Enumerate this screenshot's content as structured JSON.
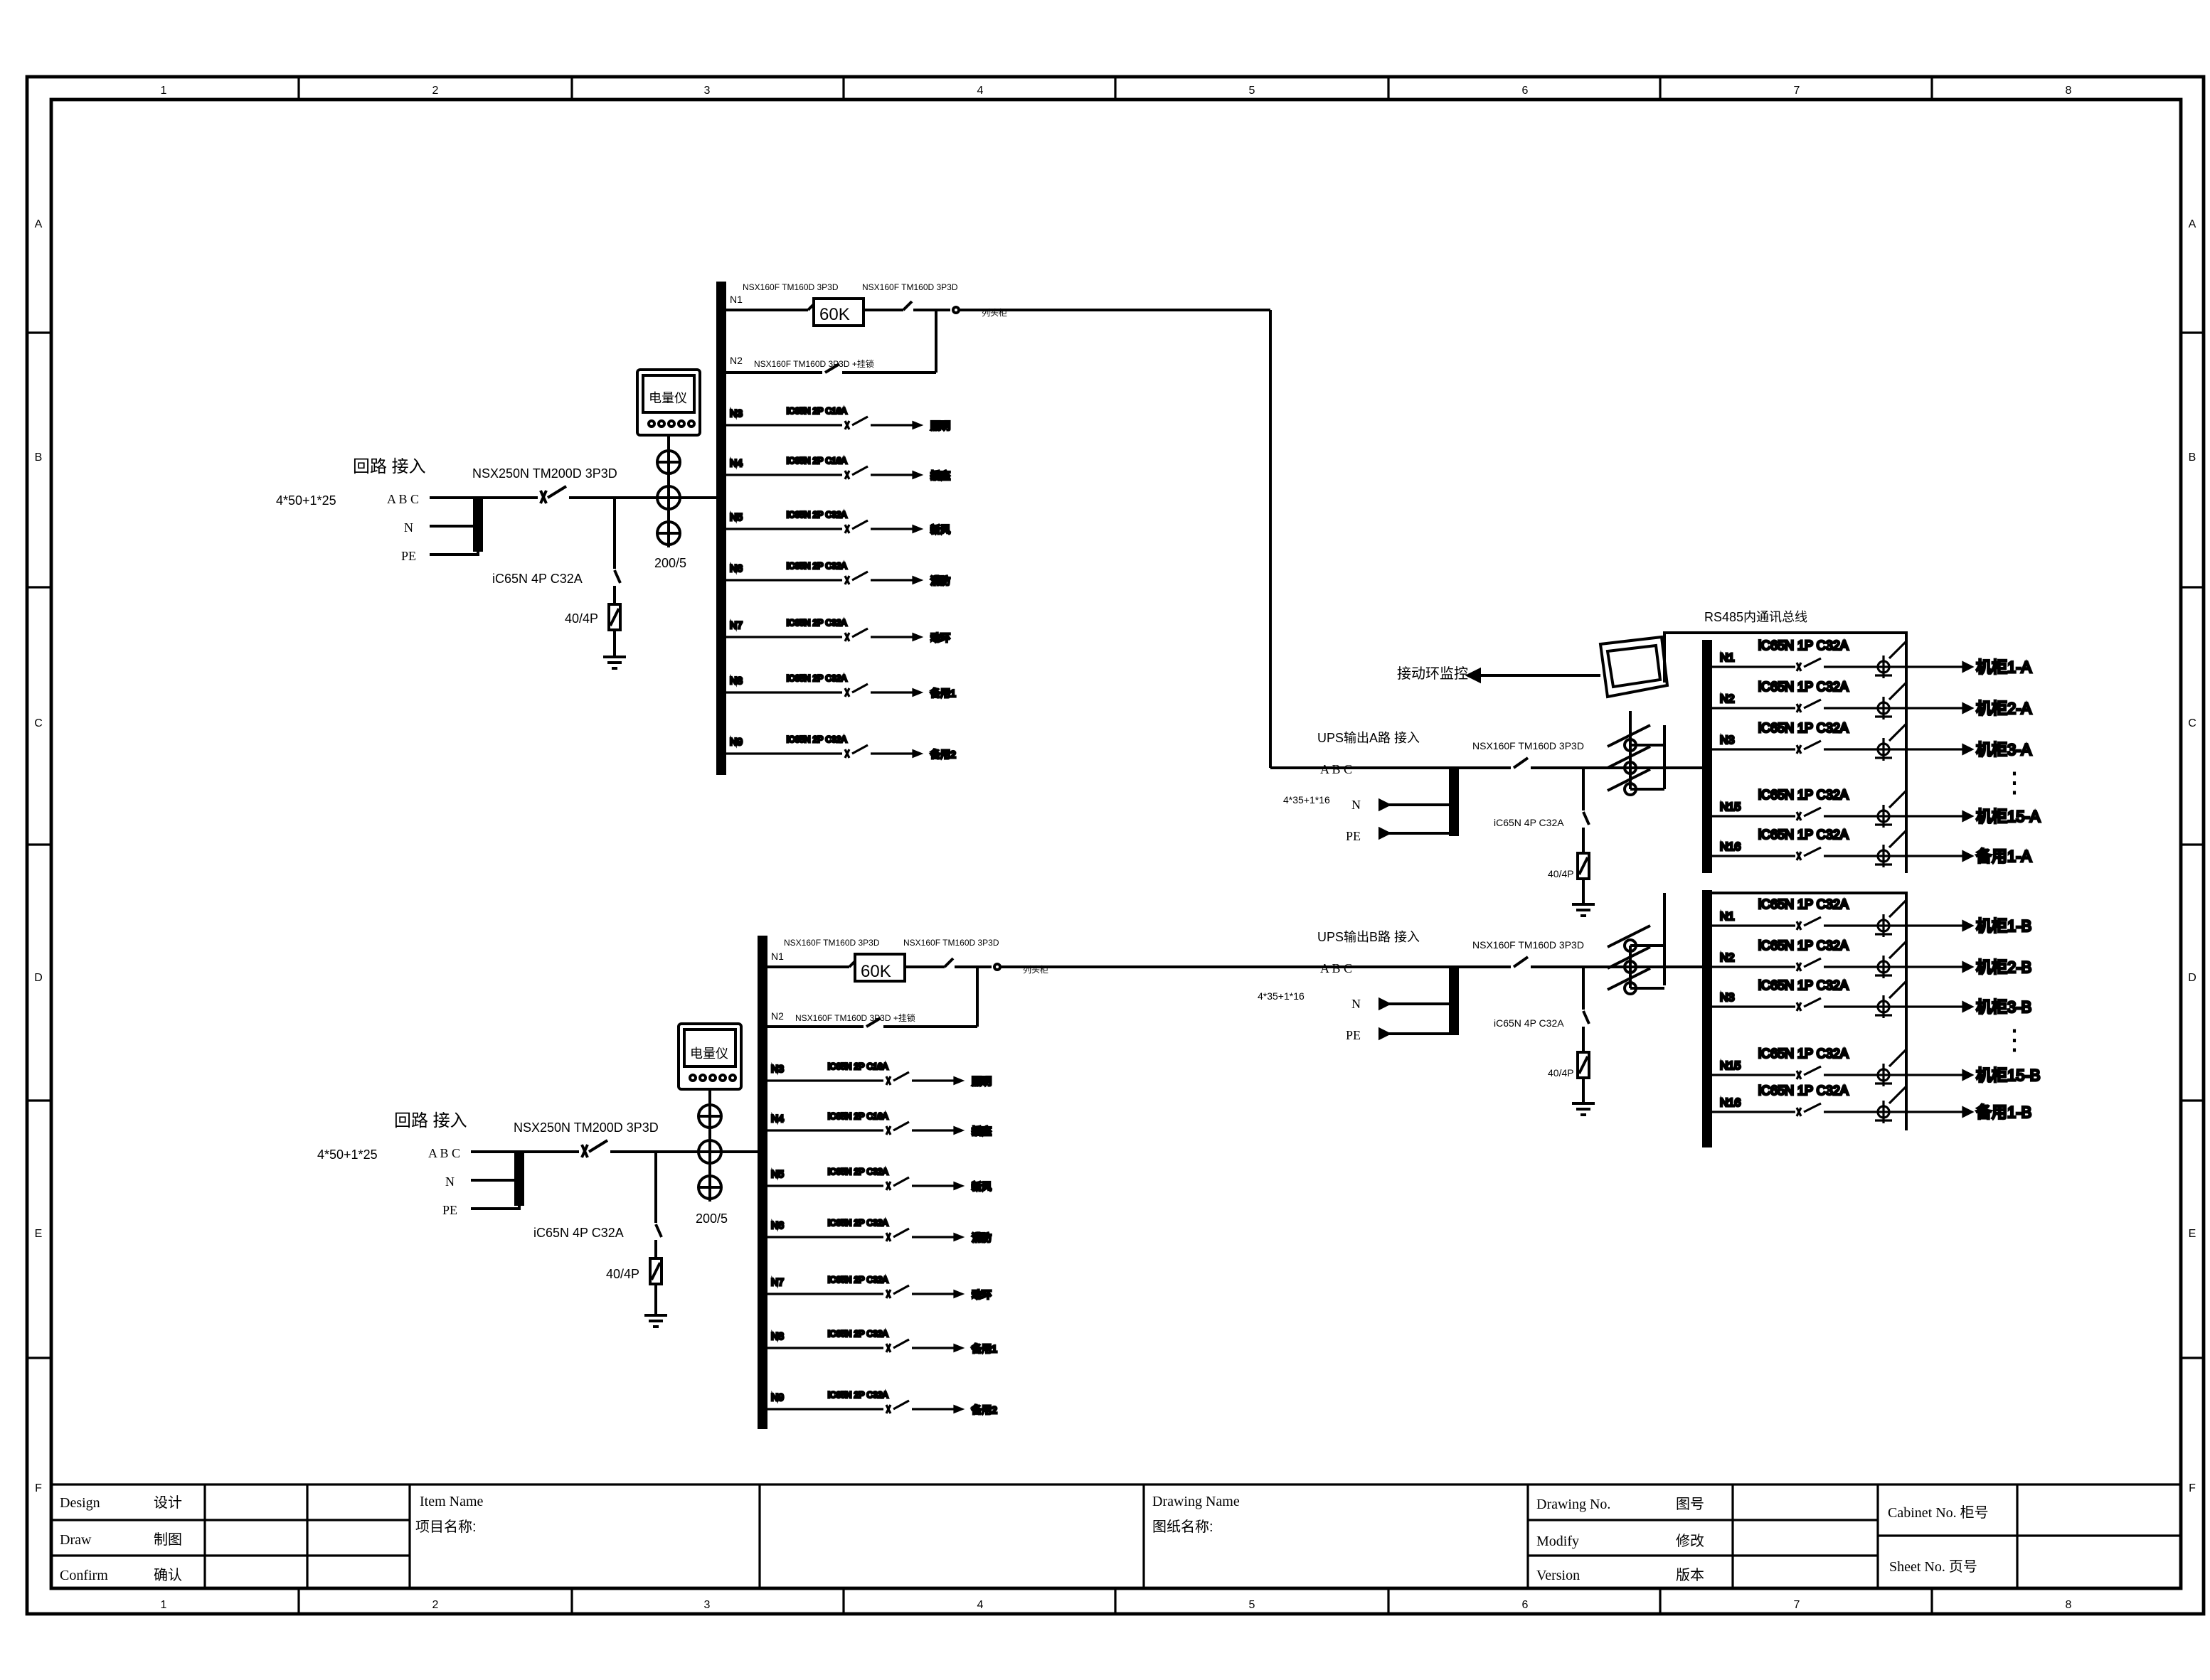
{
  "frame": {
    "columns": [
      "1",
      "2",
      "3",
      "4",
      "5",
      "6",
      "7",
      "8"
    ],
    "rows": [
      "A",
      "B",
      "C",
      "D",
      "E",
      "F"
    ]
  },
  "panel1": {
    "incoming_title": "回路 接入",
    "cable": "4*50+1*25",
    "phase_abc": "A B C",
    "phase_n": "N",
    "phase_pe": "PE",
    "main_breaker": "NSX250N TM200D 3P3D",
    "spd_breaker": "iC65N 4P C32A",
    "spd": "40/4P",
    "ct": "200/5",
    "meter": "电量仪",
    "n1_breaker_a": "NSX160F TM160D 3P3D",
    "n1_breaker_b": "NSX160F TM160D 3P3D",
    "n1_ups": "60K",
    "n1_target": "列头柜",
    "n2_breaker": "NSX160F TM160D 3P3D +挂锁",
    "circuits": [
      {
        "id": "N1"
      },
      {
        "id": "N2"
      },
      {
        "id": "N3",
        "breaker": "iC65N 2P C16A",
        "load": "照明"
      },
      {
        "id": "N4",
        "breaker": "iC65N 2P C16A",
        "load": "插座"
      },
      {
        "id": "N5",
        "breaker": "iC65N 2P C32A",
        "load": "新风"
      },
      {
        "id": "N6",
        "breaker": "iC65N 2P C32A",
        "load": "消防"
      },
      {
        "id": "N7",
        "breaker": "iC65N 2P C32A",
        "load": "动环"
      },
      {
        "id": "N8",
        "breaker": "iC65N 2P C32A",
        "load": "备用1"
      },
      {
        "id": "N9",
        "breaker": "iC65N 2P C32A",
        "load": "备用2"
      }
    ]
  },
  "panel2": {
    "incoming_title": "回路 接入",
    "cable": "4*50+1*25",
    "phase_abc": "A B C",
    "phase_n": "N",
    "phase_pe": "PE",
    "main_breaker": "NSX250N TM200D 3P3D",
    "spd_breaker": "iC65N 4P C32A",
    "spd": "40/4P",
    "ct": "200/5",
    "meter": "电量仪",
    "n1_breaker_a": "NSX160F TM160D 3P3D",
    "n1_breaker_b": "NSX160F TM160D 3P3D",
    "n1_ups": "60K",
    "n1_target": "列头柜",
    "n2_breaker": "NSX160F TM160D 3P3D +挂锁",
    "circuits": [
      {
        "id": "N1"
      },
      {
        "id": "N2"
      },
      {
        "id": "N3",
        "breaker": "iC65N 2P C16A",
        "load": "照明"
      },
      {
        "id": "N4",
        "breaker": "iC65N 2P C16A",
        "load": "插座"
      },
      {
        "id": "N5",
        "breaker": "iC65N 2P C32A",
        "load": "新风"
      },
      {
        "id": "N6",
        "breaker": "iC65N 2P C32A",
        "load": "消防"
      },
      {
        "id": "N7",
        "breaker": "iC65N 2P C32A",
        "load": "动环"
      },
      {
        "id": "N8",
        "breaker": "iC65N 2P C32A",
        "load": "备用1"
      },
      {
        "id": "N9",
        "breaker": "iC65N 2P C32A",
        "load": "备用2"
      }
    ]
  },
  "rack_head": {
    "rs485": "RS485内通讯总线",
    "monitor": "接动环监控",
    "ups_a": "UPS输出A路 接入",
    "ups_b": "UPS输出B路 接入",
    "cable": "4*35+1*16",
    "phase_abc": "A B C",
    "phase_n": "N",
    "phase_pe": "PE",
    "main_breaker": "NSX160F TM160D 3P3D",
    "spd_breaker": "iC65N 4P C32A",
    "spd": "40/4P",
    "branch_breaker": "iC65N 1P C32A",
    "ellipsis": "⋮",
    "branches_a": [
      {
        "id": "N1",
        "load": "机柜1-A"
      },
      {
        "id": "N2",
        "load": "机柜2-A"
      },
      {
        "id": "N3",
        "load": "机柜3-A"
      },
      {
        "id": "N15",
        "load": "机柜15-A"
      },
      {
        "id": "N16",
        "load": "备用1-A"
      }
    ],
    "branches_b": [
      {
        "id": "N1",
        "load": "机柜1-B"
      },
      {
        "id": "N2",
        "load": "机柜2-B"
      },
      {
        "id": "N3",
        "load": "机柜3-B"
      },
      {
        "id": "N15",
        "load": "机柜15-B"
      },
      {
        "id": "N16",
        "load": "备用1-B"
      }
    ]
  },
  "title_block": {
    "design_en": "Design",
    "design_cn": "设计",
    "draw_en": "Draw",
    "draw_cn": "制图",
    "confirm_en": "Confirm",
    "confirm_cn": "确认",
    "item_name_en": "Item Name",
    "item_name_cn": "项目名称:",
    "drawing_name_en": "Drawing Name",
    "drawing_name_cn": "图纸名称:",
    "drawing_no_en": "Drawing No.",
    "drawing_no_cn": "图号",
    "modify_en": "Modify",
    "modify_cn": "修改",
    "version_en": "Version",
    "version_cn": "版本",
    "cabinet_no": "Cabinet No. 柜号",
    "sheet_no": "Sheet No.  页号"
  }
}
